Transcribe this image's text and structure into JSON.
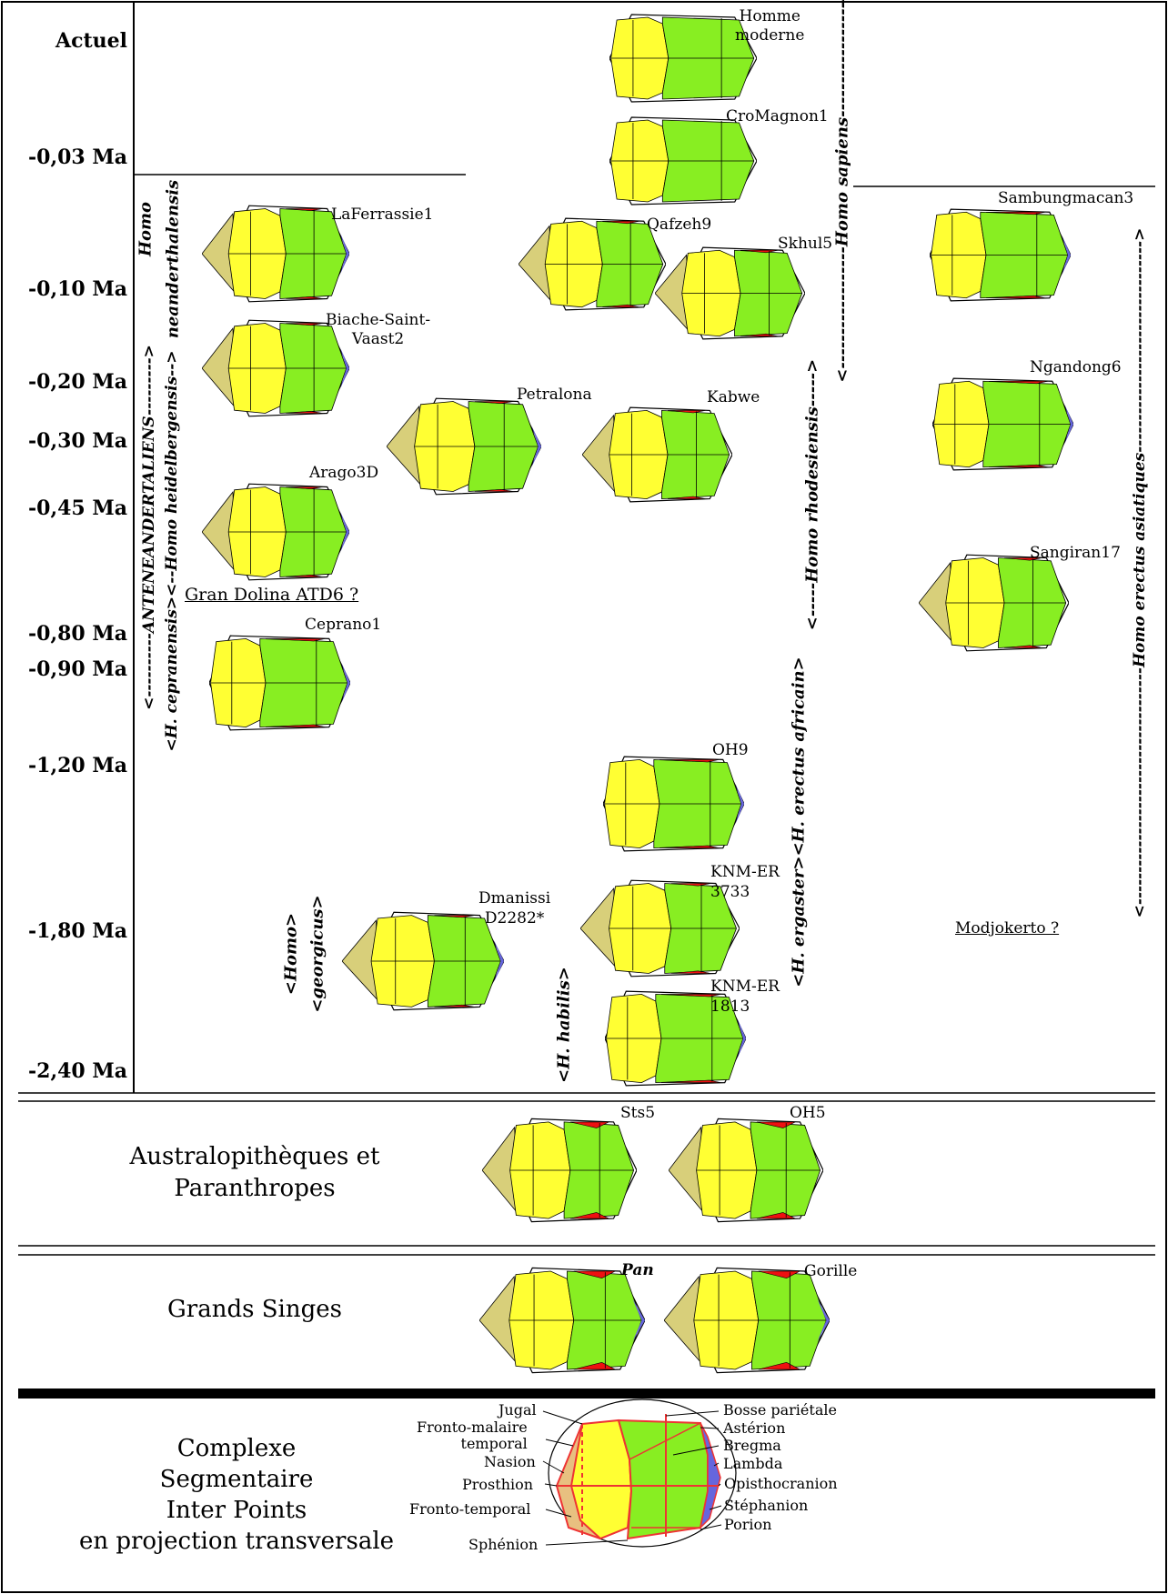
{
  "time_axis": [
    "Actuel",
    "-0,03 Ma",
    "-0,10 Ma",
    "-0,20 Ma",
    "-0,30 Ma",
    "-0,45 Ma",
    "-0,80 Ma",
    "-0,90 Ma",
    "-1,20 Ma",
    "-1,80 Ma",
    "-2,40 Ma"
  ],
  "specimens": {
    "homme_moderne": "Homme\nmoderne",
    "cromagnon": "CroMagnon1",
    "laferrassie": "LaFerrassie1",
    "qafzeh": "Qafzeh9",
    "skhul": "Skhul5",
    "sambungmacan": "Sambungmacan3",
    "biache": "Biache-Saint-\nVaast2",
    "petralona": "Petralona",
    "kabwe": "Kabwe",
    "ngandong": "Ngandong6",
    "arago": "Arago3D",
    "sangiran": "Sangiran17",
    "gran_dolina": "Gran Dolina ATD6 ?",
    "ceprano": "Ceprano1",
    "oh9": "OH9",
    "knm3733": "KNM-ER\n3733",
    "dmanissi": "Dmanissi\nD2282*",
    "modjokerto": "Modjokerto ?",
    "knm1813": "KNM-ER\n1813",
    "sts5": "Sts5",
    "oh5": "OH5",
    "pan": "Pan",
    "gorille": "Gorille"
  },
  "taxa": {
    "homo_neanderthalensis_1": "Homo",
    "homo_neanderthalensis_2": "neanderthalensis",
    "anteneandertaliens": "<----------ANTENEANDERTALIENS--------->",
    "h_heidelbergensis": "<H. cepranensis><--Homo heidelbergensis-->",
    "homo_sapiens": "<------------------Homo sapiens------------------>",
    "homo_rhodesiensis": "<-----Homo rhodesiensis----->",
    "h_ergaster_africain": "<H. ergaster><H. erectus africain>",
    "homo_erectus_asiatiques": "<-------------------------------------Homo erectus asiatiques--------------------------------->",
    "homo_georgicus_1": "<Homo>",
    "homo_georgicus_2": "<georgicus>",
    "h_habilis": "<H. habilis>"
  },
  "sections": {
    "australopitheques": "Australopithèques et\nParanthropes",
    "grands_singes": "Grands Singes",
    "legend_title": "Complexe\nSegmentaire\nInter Points\nen projection transversale"
  },
  "legend_points": {
    "jugal": "Jugal",
    "fronto_malaire": "Fronto-malaire\ntemporal",
    "nasion": "Nasion",
    "prosthion": "Prosthion",
    "fronto_temporal": "Fronto-temporal",
    "sphenion": "Sphénion",
    "bosse": "Bosse pariétale",
    "asterion": "Astérion",
    "bregma": "Bregma",
    "lambda": "Lambda",
    "opisthocranion": "Opisthocranion",
    "stephanion": "Stéphanion",
    "porion": "Porion"
  },
  "colors": {
    "frontal_yellow": "#ffff33",
    "parietal_green": "#88ee22",
    "face_khaki": "#d8cf7a",
    "temporal_red": "#ee1111",
    "occipital_blue": "#6666dd"
  }
}
